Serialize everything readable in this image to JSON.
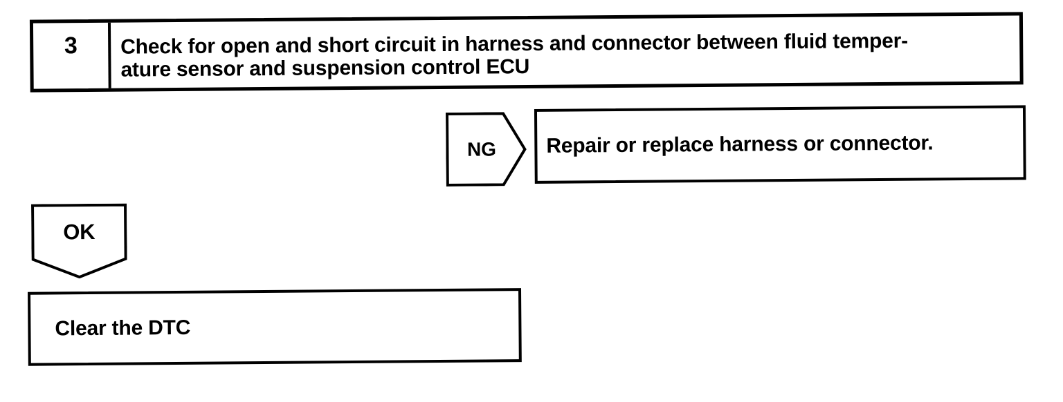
{
  "colors": {
    "ink": "#000000",
    "paper": "#ffffff"
  },
  "step": {
    "number": "3",
    "title_line1": "Check for open and short circuit in harness and connector between fluid temper-",
    "title_line2": "ature sensor and suspension control ECU"
  },
  "ng": {
    "label": "NG",
    "action": "Repair or replace harness or connector."
  },
  "ok": {
    "label": "OK",
    "action": "Clear the DTC"
  }
}
